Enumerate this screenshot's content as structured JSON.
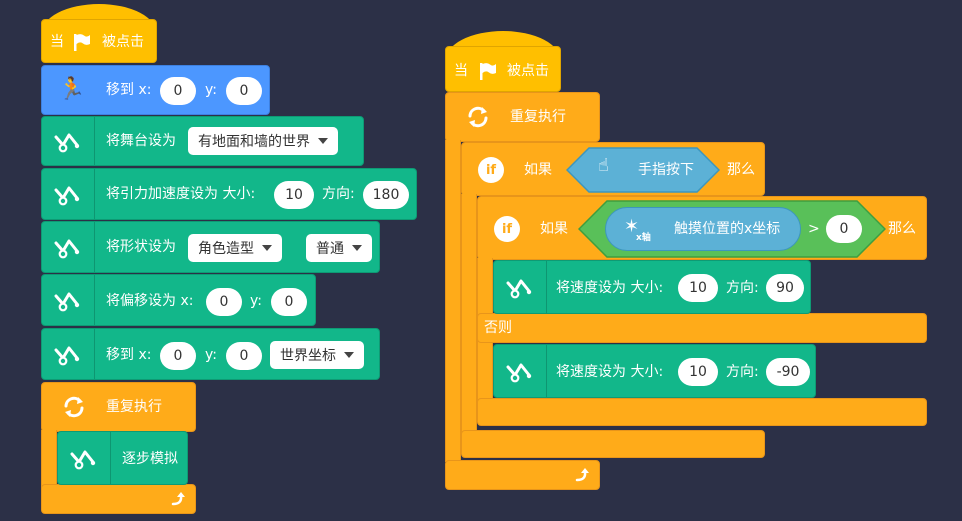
{
  "colors": {
    "background": "#2c3047",
    "event": "#ffbf00",
    "control": "#ffab19",
    "physics": "#12b78a",
    "motion": "#4c97ff",
    "sensing": "#5cb1d6",
    "operator": "#59c059"
  },
  "left_script": {
    "hat": {
      "when": "当",
      "clicked": "被点击",
      "icon": "flag-icon"
    },
    "move_to": {
      "label": "移到 x:",
      "x": "0",
      "y_label": "y:",
      "y": "0",
      "icon": "runner-icon"
    },
    "set_stage": {
      "label": "将舞台设为",
      "value": "有地面和墙的世界",
      "icon": "physics-icon"
    },
    "set_gravity": {
      "label": "将引力加速度设为 大小:",
      "size": "10",
      "dir_label": "方向:",
      "dir": "180",
      "icon": "physics-icon"
    },
    "set_shape": {
      "label": "将形状设为",
      "shape": "角色造型",
      "mode": "普通",
      "icon": "physics-icon"
    },
    "set_offset": {
      "label": "将偏移设为 x:",
      "x": "0",
      "y_label": "y:",
      "y": "0",
      "icon": "physics-icon"
    },
    "move_to_world": {
      "label": "移到 x:",
      "x": "0",
      "y_label": "y:",
      "y": "0",
      "coord": "世界坐标",
      "icon": "physics-icon"
    },
    "forever": {
      "label": "重复执行",
      "icon": "repeat-icon"
    },
    "step": {
      "label": "逐步模拟",
      "icon": "physics-icon"
    }
  },
  "right_script": {
    "hat": {
      "when": "当",
      "clicked": "被点击",
      "icon": "flag-icon"
    },
    "forever": {
      "label": "重复执行",
      "icon": "repeat-icon"
    },
    "if1": {
      "badge": "if",
      "label": "如果",
      "sensor": "手指按下",
      "then": "那么",
      "icon": "finger-press-icon"
    },
    "if2": {
      "badge": "if",
      "label": "如果",
      "reporter": "触摸位置的x坐标",
      "axis_tag": "x轴",
      "op": ">",
      "value": "0",
      "then": "那么",
      "icon": "touch-x-icon"
    },
    "set_speed1": {
      "label": "将速度设为 大小:",
      "size": "10",
      "dir_label": "方向:",
      "dir": "90",
      "icon": "physics-icon"
    },
    "else": {
      "label": "否则"
    },
    "set_speed2": {
      "label": "将速度设为 大小:",
      "size": "10",
      "dir_label": "方向:",
      "dir": "-90",
      "icon": "physics-icon"
    }
  }
}
